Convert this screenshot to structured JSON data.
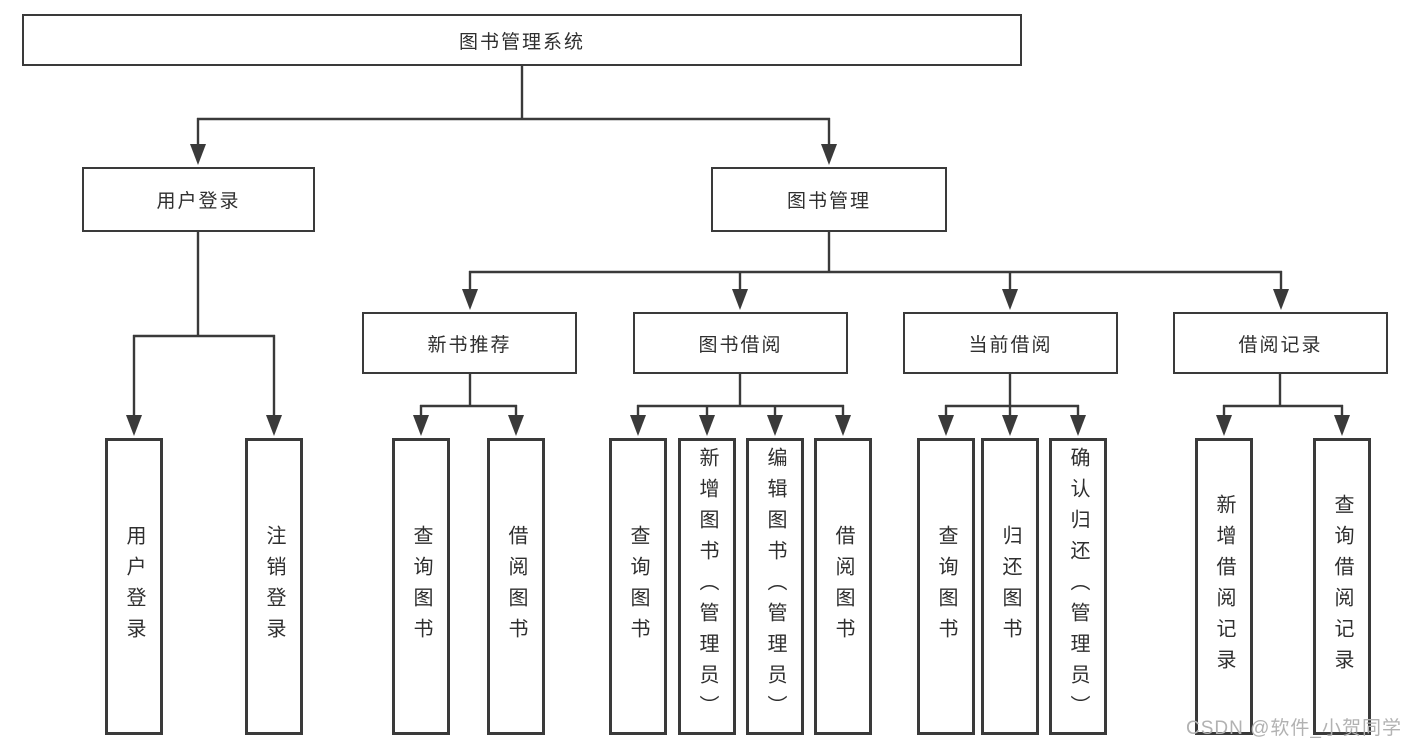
{
  "diagram": {
    "title": "图书管理系统",
    "level2": {
      "user_login": "用户登录",
      "book_mgmt": "图书管理"
    },
    "level3": {
      "new_books": "新书推荐",
      "book_borrow": "图书借阅",
      "current_borrow": "当前借阅",
      "borrow_records": "借阅记录"
    },
    "leaves": {
      "user_login": [
        "用户登录",
        "注销登录"
      ],
      "new_books": [
        "查询图书",
        "借阅图书"
      ],
      "book_borrow": [
        "查询图书",
        "新增图书（管理员）",
        "编辑图书（管理员）",
        "借阅图书"
      ],
      "current_borrow": [
        "查询图书",
        "归还图书",
        "确认归还（管理员）"
      ],
      "borrow_records": [
        "新增借阅记录",
        "查询借阅记录"
      ]
    }
  },
  "watermark": "CSDN @软件_小贺同学",
  "colors": {
    "line": "#3a3a3a",
    "text": "#2f2f2f",
    "watermark": "#b2b2b2",
    "background": "#ffffff"
  }
}
